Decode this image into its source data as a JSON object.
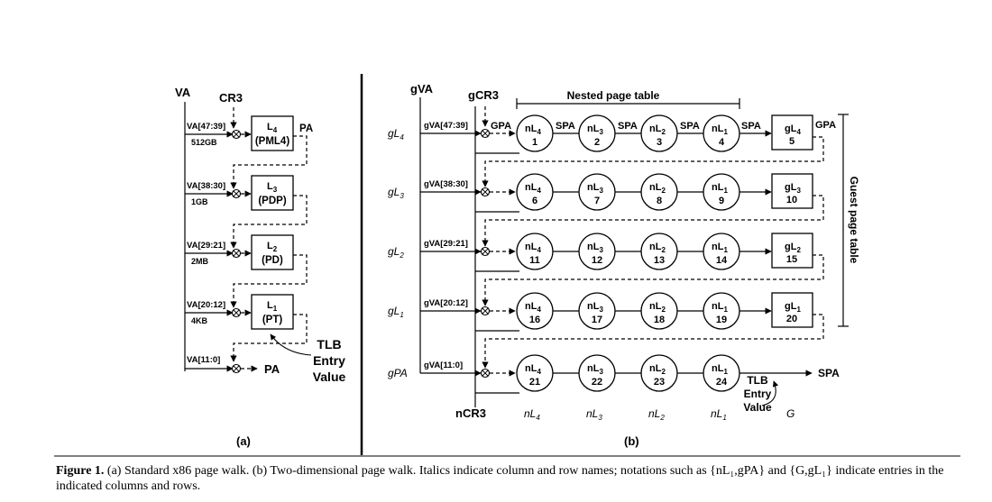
{
  "panel_a": {
    "va": "VA",
    "cr3": "CR3",
    "pa_top": "PA",
    "pa_bottom": "PA",
    "tlb_lines": [
      "TLB",
      "Entry",
      "Value"
    ],
    "panel_label": "(a)",
    "levels": [
      {
        "bits": "VA[47:39]",
        "size": "512GB",
        "name_base": "L",
        "name_sub": "4",
        "kind": "(PML4)"
      },
      {
        "bits": "VA[38:30]",
        "size": "1GB",
        "name_base": "L",
        "name_sub": "3",
        "kind": "(PDP)"
      },
      {
        "bits": "VA[29:21]",
        "size": "2MB",
        "name_base": "L",
        "name_sub": "2",
        "kind": "(PD)"
      },
      {
        "bits": "VA[20:12]",
        "size": "4KB",
        "name_base": "L",
        "name_sub": "1",
        "kind": "(PT)"
      }
    ],
    "offset_bits": "VA[11:0]"
  },
  "panel_b": {
    "gva": "gVA",
    "gcr3": "gCR3",
    "ncr3": "nCR3",
    "nested_title": "Nested page table",
    "guest_title": "Guest page table",
    "gpa_label": "GPA",
    "spa_label": "SPA",
    "gpa_right": "GPA",
    "spa_out": "SPA",
    "tlb_lines": [
      "TLB",
      "Entry",
      "Value"
    ],
    "g_col": "G",
    "panel_label": "(b)",
    "row_names": [
      {
        "base": "gL",
        "sub": "4"
      },
      {
        "base": "gL",
        "sub": "3"
      },
      {
        "base": "gL",
        "sub": "2"
      },
      {
        "base": "gL",
        "sub": "1"
      },
      {
        "base": "gPA",
        "sub": ""
      }
    ],
    "row_bits": [
      "gVA[47:39]",
      "gVA[38:30]",
      "gVA[29:21]",
      "gVA[20:12]",
      "gVA[11:0]"
    ],
    "col_names": [
      {
        "base": "nL",
        "sub": "4"
      },
      {
        "base": "nL",
        "sub": "3"
      },
      {
        "base": "nL",
        "sub": "2"
      },
      {
        "base": "nL",
        "sub": "1"
      }
    ],
    "nested_numbers": [
      [
        "1",
        "2",
        "3",
        "4"
      ],
      [
        "6",
        "7",
        "8",
        "9"
      ],
      [
        "11",
        "12",
        "13",
        "14"
      ],
      [
        "16",
        "17",
        "18",
        "19"
      ],
      [
        "21",
        "22",
        "23",
        "24"
      ]
    ],
    "guest_boxes": [
      {
        "sub": "4",
        "num": "5"
      },
      {
        "sub": "3",
        "num": "10"
      },
      {
        "sub": "2",
        "num": "15"
      },
      {
        "sub": "1",
        "num": "20"
      }
    ]
  },
  "caption": {
    "label": "Figure 1.",
    "text": " (a) Standard x86 page walk. (b) Two-dimensional page walk. Italics indicate column and row names; notations such as {nL₁,gPA} and {G,gL₁} indicate entries in the indicated columns and rows."
  }
}
